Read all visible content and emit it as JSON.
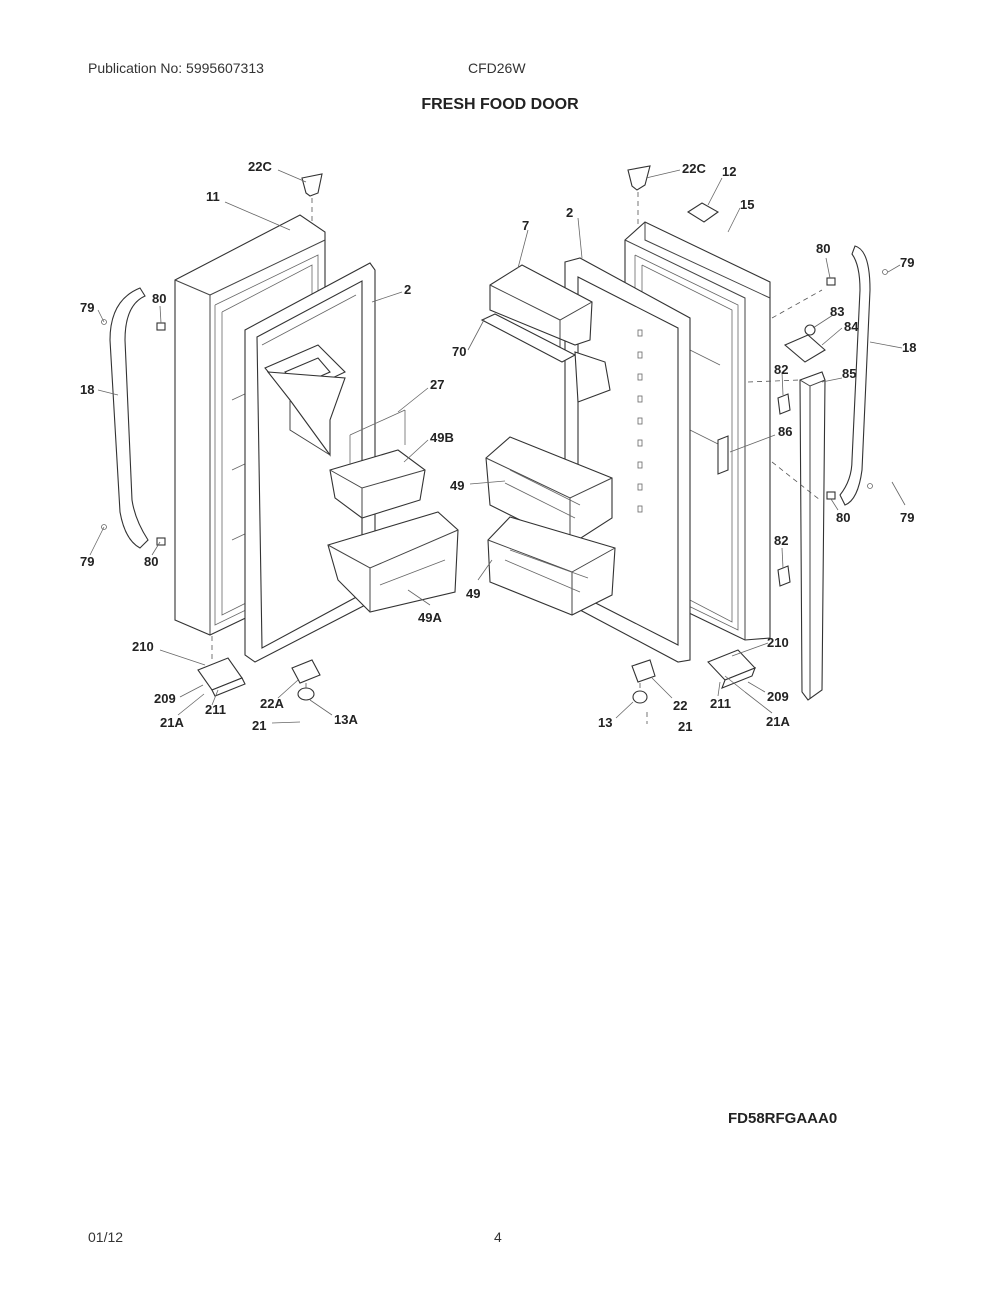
{
  "header": {
    "publication": "Publication No: 5995607313",
    "model": "CFD26W",
    "title": "FRESH FOOD DOOR"
  },
  "footer": {
    "drawing_code": "FD58RFGAAA0",
    "date": "01/12",
    "page": "4"
  },
  "callouts": {
    "c22C_left": "22C",
    "c11": "11",
    "c2_left": "2",
    "c79_left_top": "79",
    "c80_left_top": "80",
    "c18_left": "18",
    "c27": "27",
    "c49B": "49B",
    "c49A": "49A",
    "c79_left_bot": "79",
    "c80_left_bot": "80",
    "c210_left": "210",
    "c209_left": "209",
    "c21A_left": "21A",
    "c211_left": "211",
    "c22A": "22A",
    "c21_left": "21",
    "c13A": "13A",
    "c22C_right": "22C",
    "c12": "12",
    "c15": "15",
    "c2_right": "2",
    "c7": "7",
    "c70": "70",
    "c80_right_top": "80",
    "c79_right_top": "79",
    "c83": "83",
    "c84": "84",
    "c18_right": "18",
    "c82_top": "82",
    "c85": "85",
    "c86": "86",
    "c49_top": "49",
    "c49_bot": "49",
    "c80_right_bot": "80",
    "c79_right_bot": "79",
    "c82_bot": "82",
    "c210_right": "210",
    "c22_right": "22",
    "c13_right": "13",
    "c21_right": "21",
    "c211_right": "211",
    "c209_right": "209",
    "c21A_right": "21A"
  }
}
